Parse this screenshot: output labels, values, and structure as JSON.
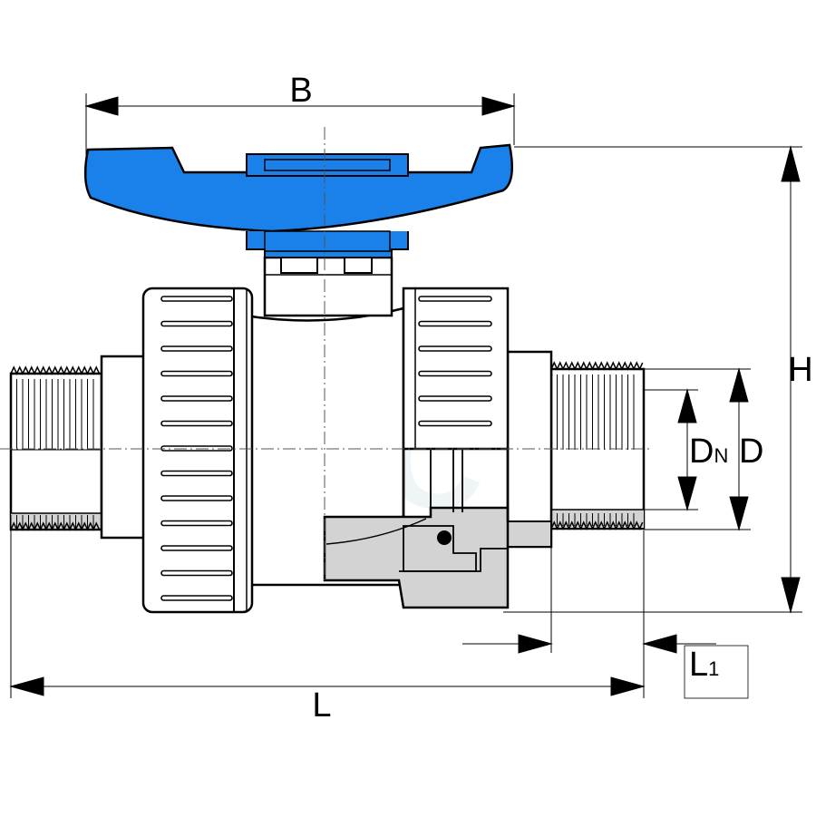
{
  "labels": {
    "B": "B",
    "H": "H",
    "L": "L",
    "L1_main": "L",
    "L1_sub": "1",
    "DN_main": "D",
    "DN_sub": "N",
    "D": "D"
  },
  "watermark": "HTC",
  "colors": {
    "handle": "#1a80ea",
    "handle_dark": "#1565c8",
    "section": "#d3d3d3",
    "body": "#ffffff",
    "line": "#000000",
    "thread": "#b8b8b8",
    "watermark": "#eef3f6"
  }
}
